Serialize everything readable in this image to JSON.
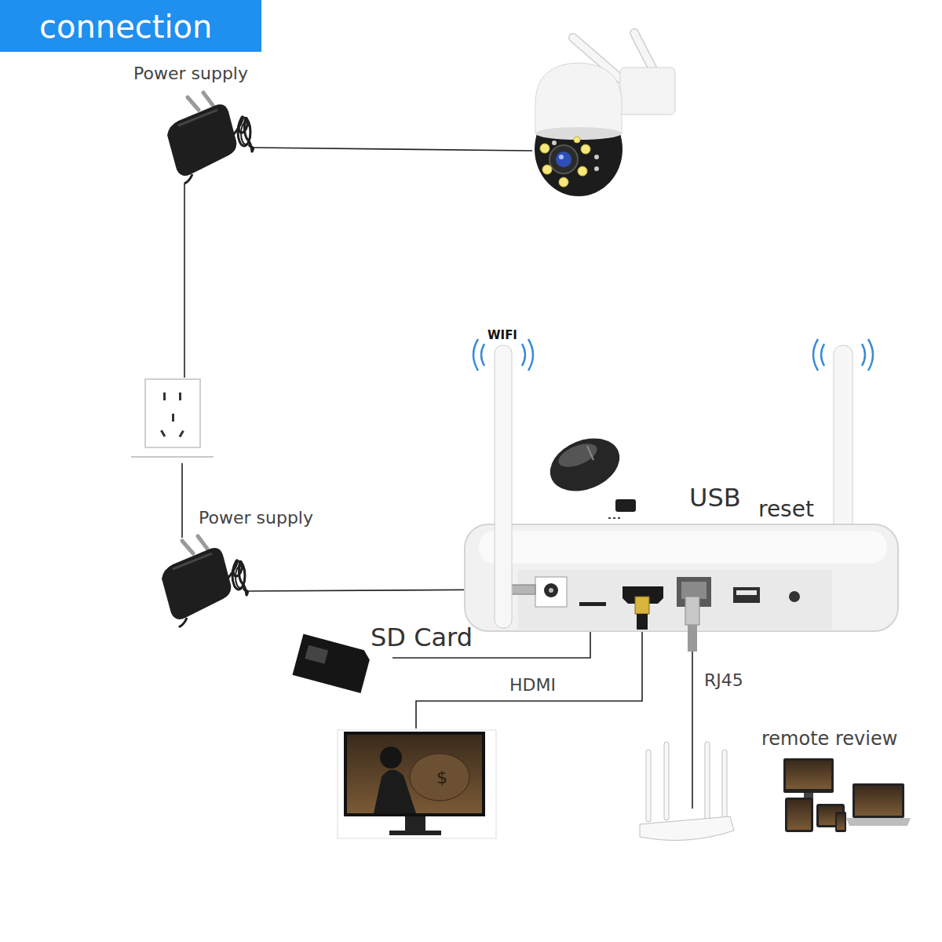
{
  "diagram": {
    "title": "connection",
    "labels": [
      "Power supply",
      "WIFI",
      "USB",
      "reset",
      "Power supply",
      "SD Card",
      "HDMI",
      "RJ45",
      "remote review"
    ]
  }
}
